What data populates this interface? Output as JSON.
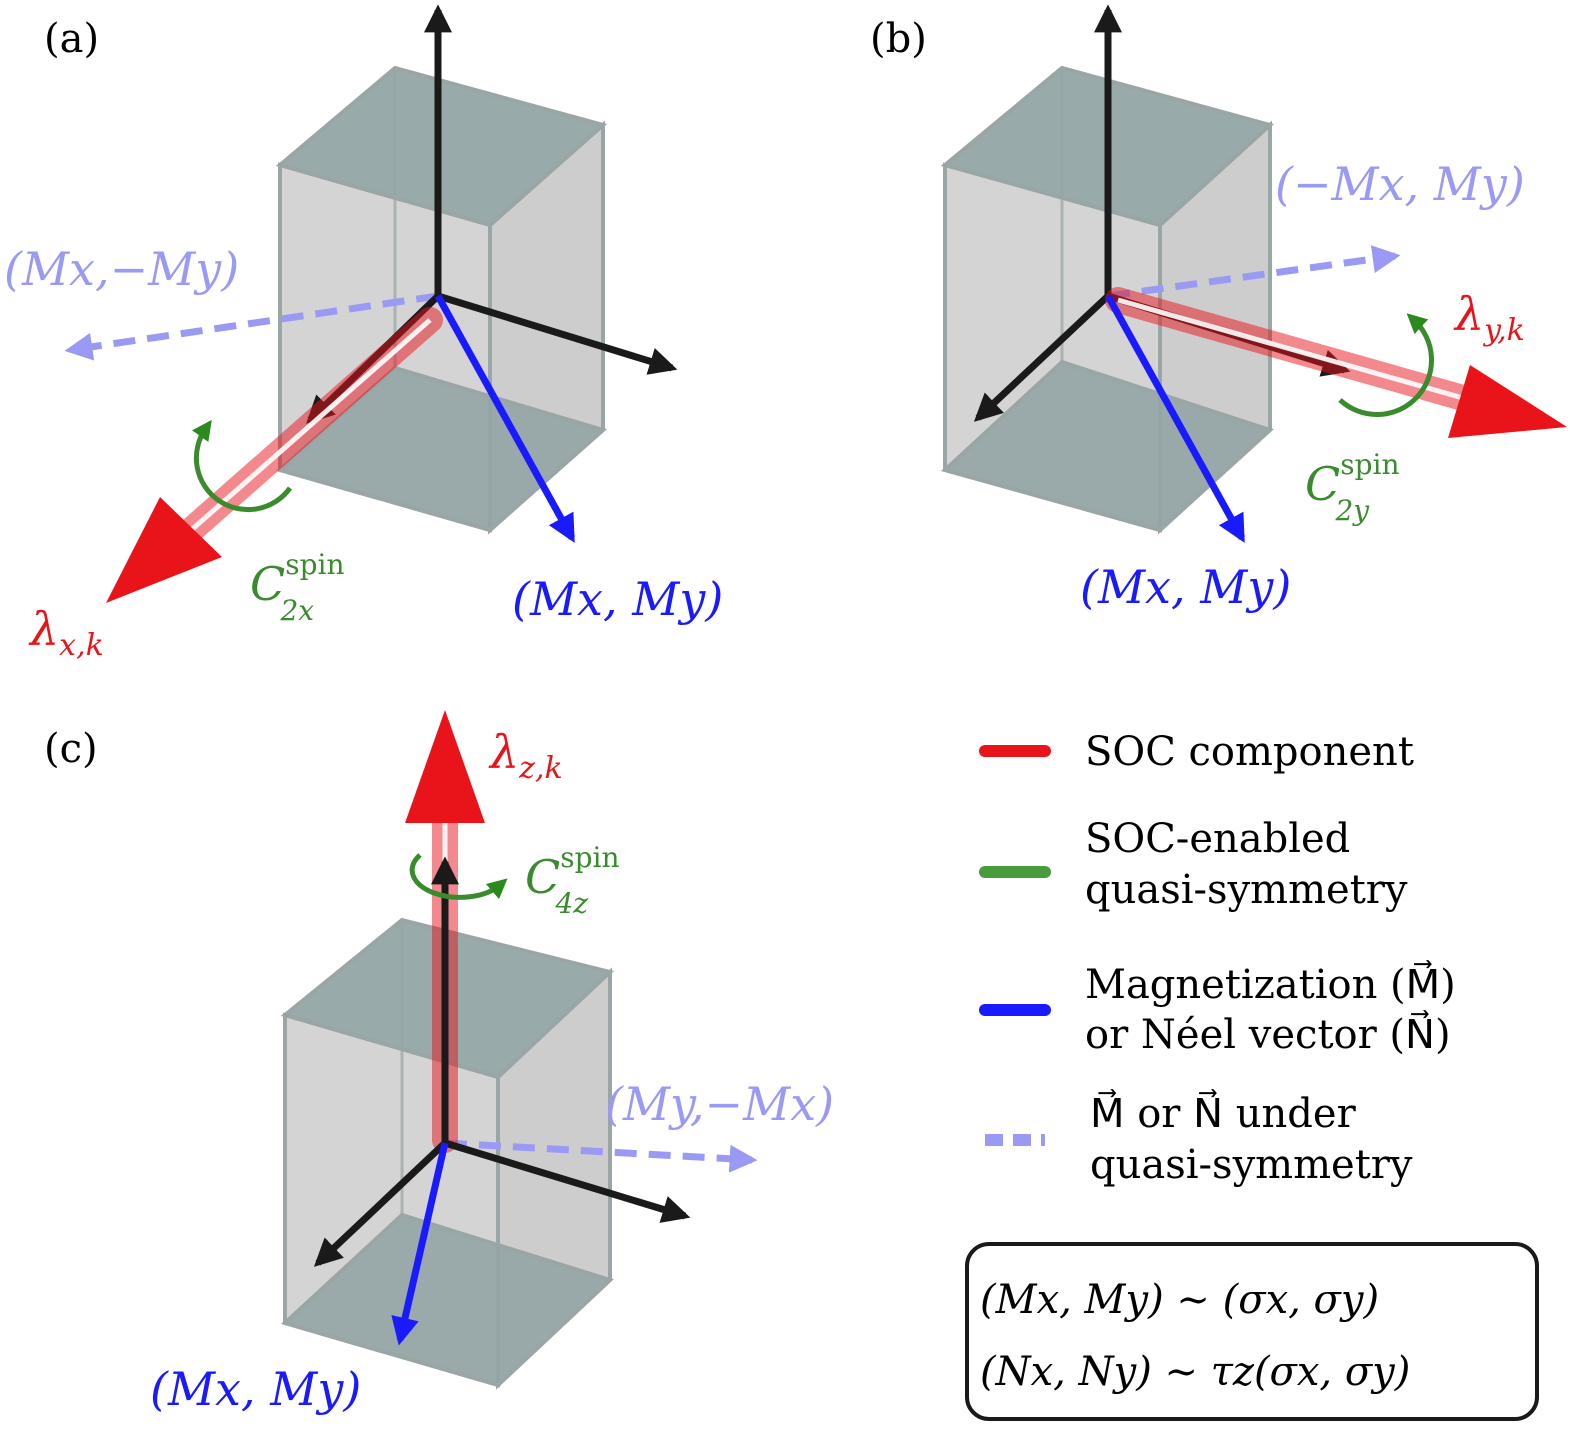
{
  "panels": {
    "a": {
      "label": "(a)",
      "soc_sym": "λ",
      "soc_sub": "x,k",
      "rot_base": "C",
      "rot_sup": "spin",
      "rot_sub": "2x",
      "mag_label": "(Mx, My)",
      "ghost_label": "(Mx,−My)"
    },
    "b": {
      "label": "(b)",
      "soc_sym": "λ",
      "soc_sub": "y,k",
      "rot_base": "C",
      "rot_sup": "spin",
      "rot_sub": "2y",
      "mag_label": "(Mx, My)",
      "ghost_label": "(−Mx, My)"
    },
    "c": {
      "label": "(c)",
      "soc_sym": "λ",
      "soc_sub": "z,k",
      "rot_base": "C",
      "rot_sup": "spin",
      "rot_sub": "4z",
      "mag_label": "(Mx, My)",
      "ghost_label": "(My,−Mx)"
    }
  },
  "legend": {
    "items": [
      {
        "lines": [
          "SOC component"
        ],
        "color": "#e8141a",
        "style": "solid"
      },
      {
        "lines": [
          "SOC-enabled",
          "quasi-symmetry"
        ],
        "color": "#4a9a3e",
        "style": "solid"
      },
      {
        "lines": [
          "Magnetization (M⃗)",
          "or Néel vector (N⃗)"
        ],
        "color": "#1a1aff",
        "style": "solid"
      },
      {
        "lines": [
          "M⃗  or N⃗ under",
          "quasi-symmetry"
        ],
        "color": "#9a9af5",
        "style": "dashed"
      }
    ],
    "box_lines": [
      "(Mx, My) ∼ (σx, σy)",
      "(Nx, Ny) ∼ τz(σx, σy)"
    ]
  },
  "colors": {
    "soc": "#e8141a",
    "rotation": "#3a8a2e",
    "magnetization": "#1a1aff",
    "ghost": "#9a9af5",
    "axis": "#1a1a1a",
    "box_face": "#c9c9c9",
    "box_cap": "#93a5a5",
    "box_edge": "#9aa5a5"
  }
}
